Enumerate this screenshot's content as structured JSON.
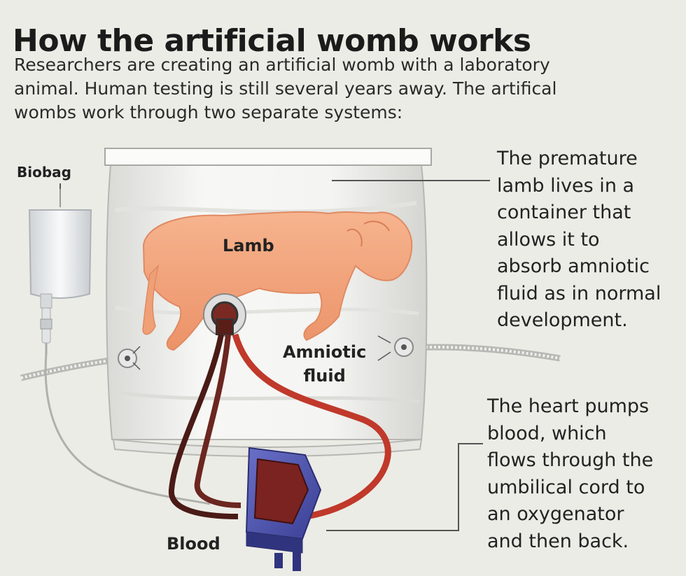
{
  "title": "How the artificial womb works",
  "intro_lines": [
    "Researchers are creating an artificial womb with a laboratory",
    "animal. Human testing is still several years away. The artifical",
    "wombs work through two separate systems:"
  ],
  "labels": {
    "biobag": "Biobag",
    "lamb": "Lamb",
    "amniotic_line1": "Amniotic",
    "amniotic_line2": "fluid",
    "blood": "Blood"
  },
  "callout_container": [
    "The premature",
    "lamb lives in a",
    "container that",
    "allows it to",
    "absorb amniotic",
    "fluid as in normal",
    "development."
  ],
  "callout_heart": [
    "The heart pumps",
    "blood, which",
    "flows through the",
    "umbilical cord to",
    "an oxygenator",
    "and then back."
  ],
  "colors": {
    "background": "#ecece6",
    "lamb": "#f2a47c",
    "blood_tube": "#c0392b",
    "oxygenator": "#4a4fa8"
  }
}
